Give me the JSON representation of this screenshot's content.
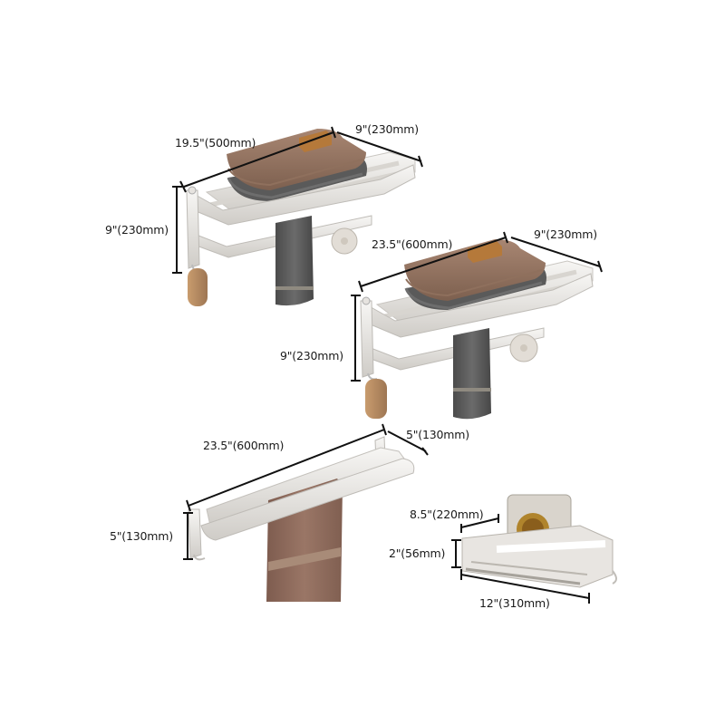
{
  "products": [
    {
      "id": "rack-500",
      "name": "Folding towel shelf with bar and hooks (small)",
      "dimensions": {
        "length": "19.5\"(500mm)",
        "depth": "9\"(230mm)",
        "height": "9\"(230mm)"
      }
    },
    {
      "id": "rack-600",
      "name": "Folding towel shelf with bar and hooks (large)",
      "dimensions": {
        "length": "23.5\"(600mm)",
        "depth": "9\"(230mm)",
        "height": "9\"(230mm)"
      }
    },
    {
      "id": "double-bar",
      "name": "Double towel bar",
      "dimensions": {
        "length": "23.5\"(600mm)",
        "depth": "5\"(130mm)",
        "height": "5\"(130mm)"
      }
    },
    {
      "id": "basket",
      "name": "Bathroom storage basket",
      "dimensions": {
        "depth": "8.5\"(220mm)",
        "height": "2\"(56mm)",
        "length": "12\"(310mm)"
      }
    }
  ],
  "colors": {
    "background": "#ffffff",
    "metal": "#e9e7e4",
    "metal_shadow": "#bdbab5",
    "towel_tan": "#9b7b66",
    "towel_tan_dark": "#7d604f",
    "towel_gray": "#5b5b5b",
    "towel_gray_dark": "#444444",
    "towel_pink": "#8e6a5b",
    "soap": "#b27a3a",
    "pouch": "#b58a63",
    "dimension_line": "#111111",
    "label_text": "#1a1a1a"
  }
}
